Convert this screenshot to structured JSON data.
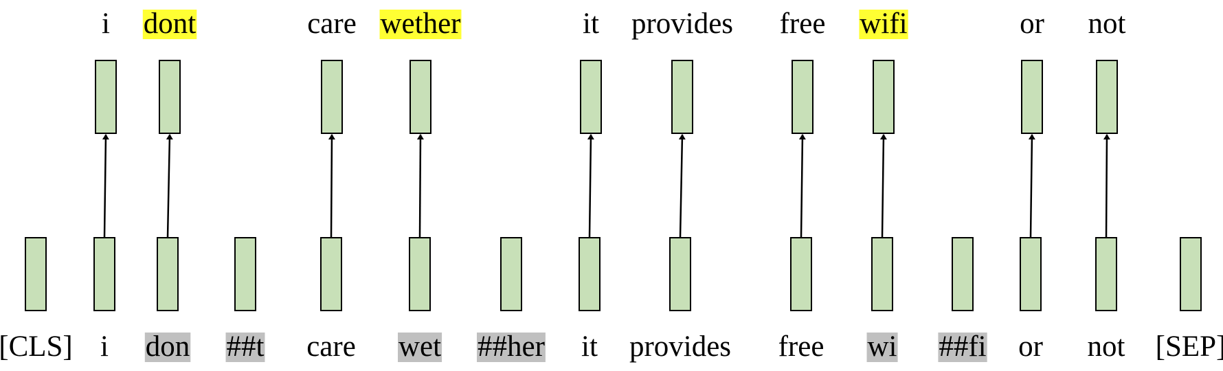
{
  "colors": {
    "box_fill": "#c8e0b8",
    "word_highlight": "#ffff33",
    "subword_highlight": "#c0c0c0",
    "stroke": "#000000"
  },
  "top_words": [
    {
      "text": "i",
      "highlight": false
    },
    {
      "text": "dont",
      "highlight": true
    },
    {
      "text": "care",
      "highlight": false
    },
    {
      "text": "wether",
      "highlight": true
    },
    {
      "text": "it",
      "highlight": false
    },
    {
      "text": "provides",
      "highlight": false
    },
    {
      "text": "free",
      "highlight": false
    },
    {
      "text": "wifi",
      "highlight": true
    },
    {
      "text": "or",
      "highlight": false
    },
    {
      "text": "not",
      "highlight": false
    }
  ],
  "tokens": [
    {
      "text": "[CLS]",
      "highlight": false
    },
    {
      "text": "i",
      "highlight": false
    },
    {
      "text": "don",
      "highlight": true
    },
    {
      "text": "##t",
      "highlight": true
    },
    {
      "text": "care",
      "highlight": false
    },
    {
      "text": "wet",
      "highlight": true
    },
    {
      "text": "##her",
      "highlight": true
    },
    {
      "text": "it",
      "highlight": false
    },
    {
      "text": "provides",
      "highlight": false
    },
    {
      "text": "free",
      "highlight": false
    },
    {
      "text": "wi",
      "highlight": true
    },
    {
      "text": "##fi",
      "highlight": true
    },
    {
      "text": "or",
      "highlight": false
    },
    {
      "text": "not",
      "highlight": false
    },
    {
      "text": "[SEP]",
      "highlight": false
    }
  ],
  "links": [
    {
      "token": 1,
      "word": 0
    },
    {
      "token": 2,
      "word": 1
    },
    {
      "token": 4,
      "word": 2
    },
    {
      "token": 5,
      "word": 3
    },
    {
      "token": 7,
      "word": 4
    },
    {
      "token": 8,
      "word": 5
    },
    {
      "token": 9,
      "word": 6
    },
    {
      "token": 10,
      "word": 7
    },
    {
      "token": 12,
      "word": 8
    },
    {
      "token": 13,
      "word": 9
    }
  ]
}
